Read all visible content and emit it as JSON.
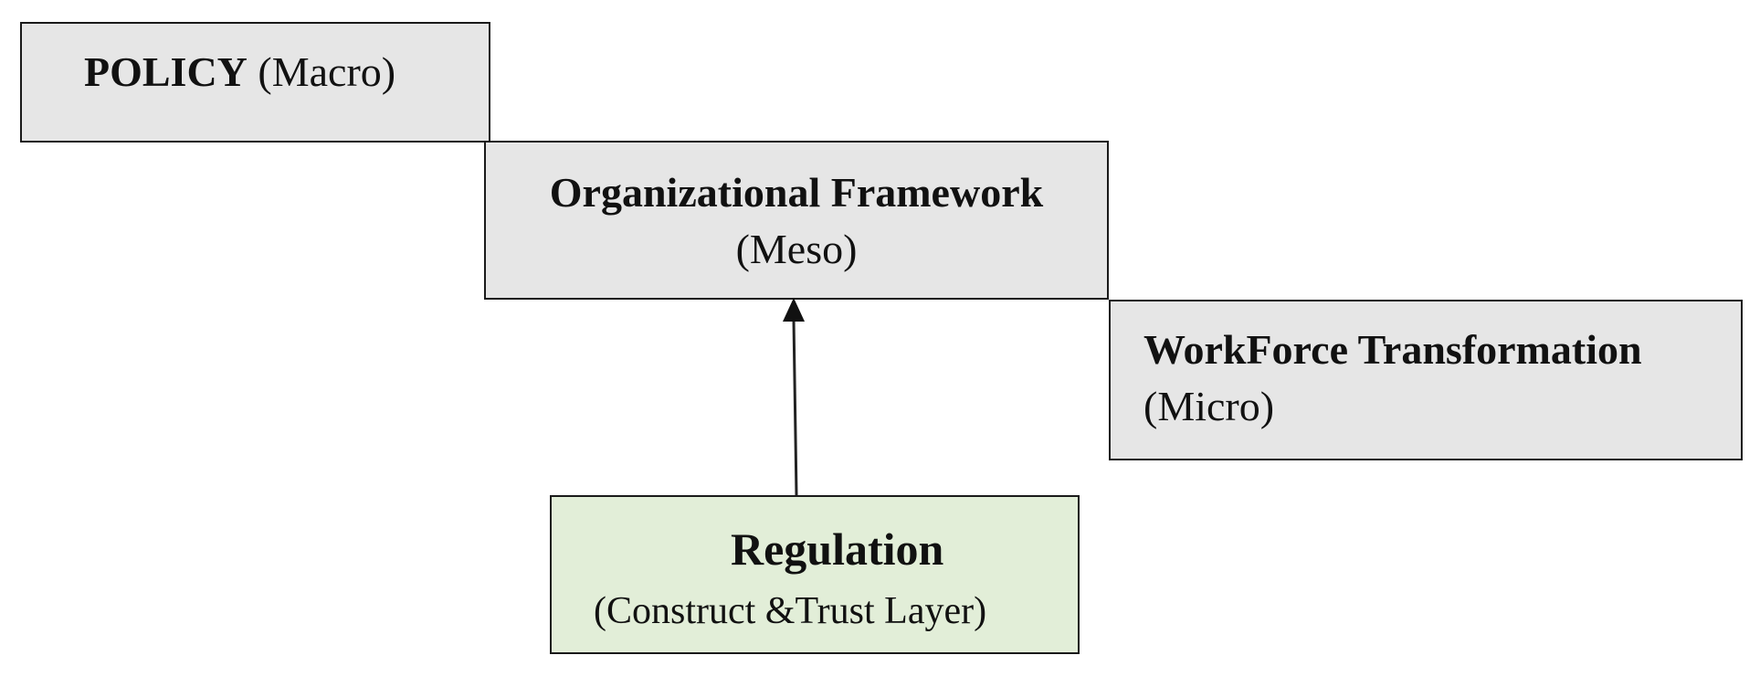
{
  "diagram": {
    "boxes": {
      "policy": {
        "bold": "POLICY",
        "normal": "(Macro)",
        "fill": "#e6e6e6"
      },
      "meso": {
        "title": "Organizational Framework",
        "subtitle": "(Meso)",
        "fill": "#e6e6e6"
      },
      "micro": {
        "title": "WorkForce Transformation",
        "subtitle": "(Micro)",
        "fill": "#e6e6e6"
      },
      "regulation": {
        "title": "Regulation",
        "subtitle": "(Construct &Trust Layer)",
        "fill": "#e2eed8"
      }
    },
    "arrows": [
      {
        "from": "regulation",
        "to": "meso"
      }
    ],
    "colors": {
      "border": "#1a1a1a",
      "text": "#111111",
      "arrow": "#222222"
    }
  }
}
